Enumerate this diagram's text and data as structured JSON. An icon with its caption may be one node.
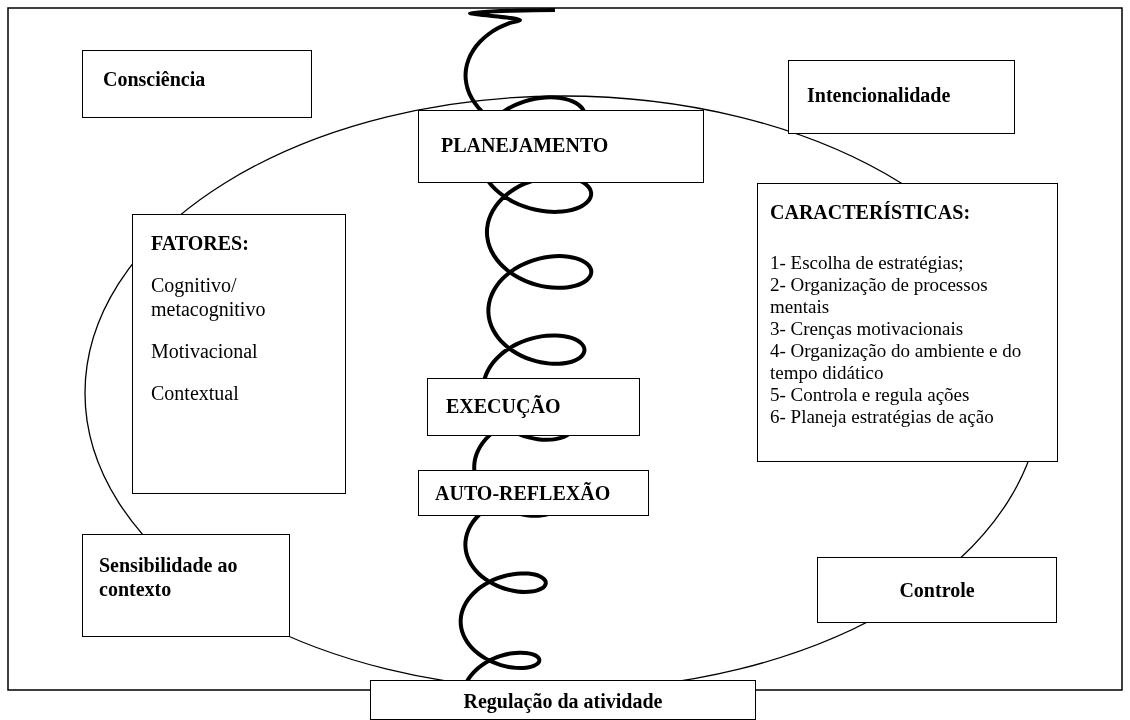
{
  "diagram": {
    "nodes": [
      {
        "text": [
          "Consciência"
        ]
      },
      {
        "text": [
          "Intencionalidade"
        ]
      },
      {
        "text": [
          "PLANEJAMENTO"
        ]
      },
      {
        "text": [
          "FATORES:",
          "Cognitivo/ metacognitivo",
          "Motivacional",
          "Contextual"
        ]
      },
      {
        "text": [
          "CARACTERÍSTICAS:",
          "1- Escolha de estratégias;",
          "2- Organização de processos mentais",
          "3- Crenças motivacionais",
          "4- Organização do ambiente e do tempo didático",
          "5- Controla e regula ações",
          "6- Planeja estratégias de ação"
        ]
      },
      {
        "text": [
          "EXECUÇÃO"
        ]
      },
      {
        "text": [
          "AUTO-REFLEXÃO"
        ]
      },
      {
        "text": [
          "Sensibilidade ao contexto"
        ]
      },
      {
        "text": [
          "Controle"
        ]
      },
      {
        "text": [
          "Regulação da atividade"
        ]
      }
    ],
    "edges": []
  }
}
